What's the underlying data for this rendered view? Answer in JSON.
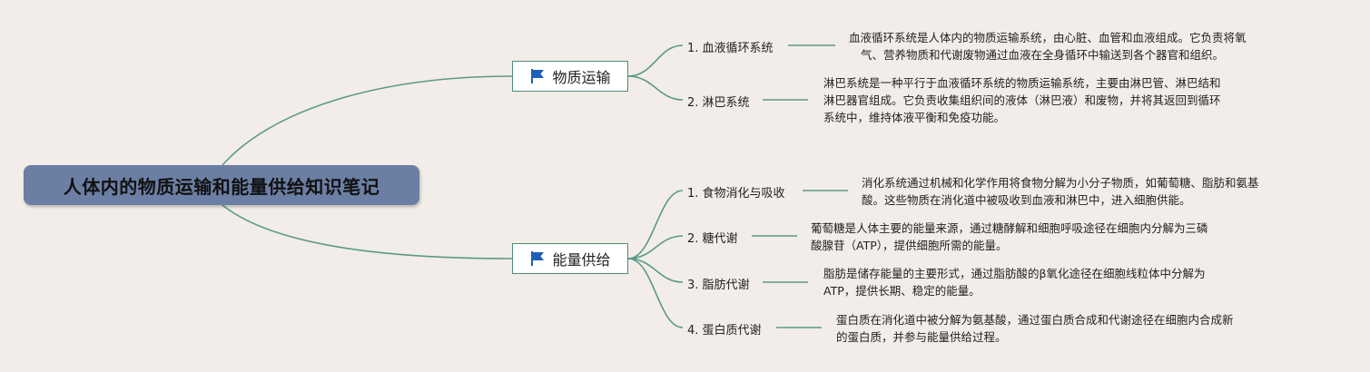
{
  "root": {
    "title": "人体内的物质运输和能量供给知识笔记"
  },
  "topics": [
    {
      "label": "物质运输",
      "icon": "flag-icon",
      "items": [
        {
          "label": "1. 血液循环系统",
          "note": [
            "血液循环系统是人体内的物质运输系统，由心脏、血管和血液组成。它负责将氧",
            "气、营养物质和代谢废物通过血液在全身循环中输送到各个器官和组织。"
          ]
        },
        {
          "label": "2. 淋巴系统",
          "note": [
            "淋巴系统是一种平行于血液循环系统的物质运输系统，主要由淋巴管、淋巴结和",
            "淋巴器官组成。它负责收集组织间的液体（淋巴液）和废物，并将其返回到循环",
            "系统中，维持体液平衡和免疫功能。"
          ]
        }
      ]
    },
    {
      "label": "能量供给",
      "icon": "flag-icon",
      "items": [
        {
          "label": "1. 食物消化与吸收",
          "note": [
            "消化系统通过机械和化学作用将食物分解为小分子物质，如葡萄糖、脂肪和氨基",
            "酸。这些物质在消化道中被吸收到血液和淋巴中，进入细胞供能。"
          ]
        },
        {
          "label": "2. 糖代谢",
          "note": [
            "葡萄糖是人体主要的能量来源，通过糖酵解和细胞呼吸途径在细胞内分解为三磷",
            "酸腺苷（ATP），提供细胞所需的能量。"
          ]
        },
        {
          "label": "3. 脂肪代谢",
          "note": [
            "脂肪是储存能量的主要形式，通过脂肪酸的β氧化途径在细胞线粒体中分解为",
            "ATP，提供长期、稳定的能量。"
          ]
        },
        {
          "label": "4. 蛋白质代谢",
          "note": [
            "蛋白质在消化道中被分解为氨基酸，通过蛋白质合成和代谢途径在细胞内合成新",
            "的蛋白质，并参与能量供给过程。"
          ]
        }
      ]
    }
  ],
  "colors": {
    "line": "#5a9a86",
    "root_bg": "#6b7fa4",
    "background": "#f2ede8",
    "flag": "#1e5fb8"
  }
}
